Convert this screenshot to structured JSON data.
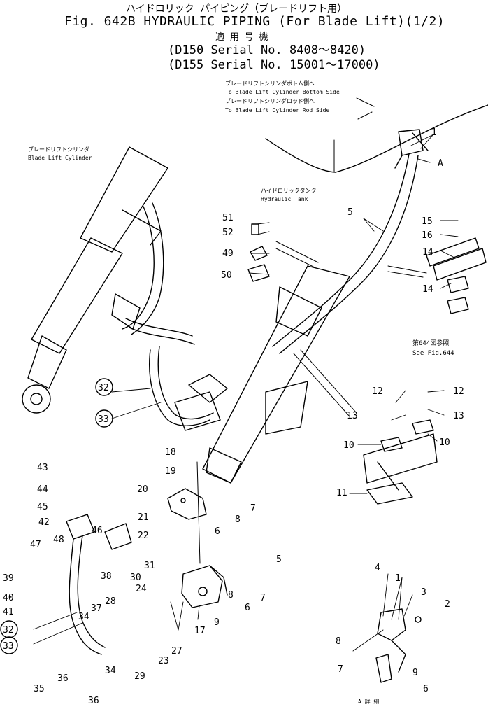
{
  "header": {
    "line1": "ハイドロリック パイピング（ブレードリフト用）",
    "line2": "Fig. 642B HYDRAULIC PIPING (For Blade Lift)(1/2)",
    "line3": "適 用 号 機",
    "line4": "(D150 Serial No. 8408～8420)",
    "line5": "(D155 Serial No. 15001～17000)"
  },
  "callouts": {
    "bottom_side_jp": "ブレードリフトシリンダボトム側へ",
    "bottom_side_en": "To Blade Lift Cylinder Bottom Side",
    "rod_side_jp": "ブレードリフトシリンダロッド側へ",
    "rod_side_en": "To Blade Lift Cylinder Rod Side",
    "cylinder_jp": "ブレードリフトシリンダ",
    "cylinder_en": "Blade Lift Cylinder",
    "tank_jp": "ハイドロリックタンク",
    "tank_en": "Hydraulic Tank",
    "see_fig_jp": "第644図参照",
    "see_fig_en": "See Fig.644",
    "view_a_arrow": "A",
    "view_a_label": "A 詳 細"
  },
  "parts": [
    {
      "no": "1"
    },
    {
      "no": "1"
    },
    {
      "no": "2"
    },
    {
      "no": "3"
    },
    {
      "no": "4"
    },
    {
      "no": "5"
    },
    {
      "no": "5"
    },
    {
      "no": "6"
    },
    {
      "no": "6"
    },
    {
      "no": "6"
    },
    {
      "no": "7"
    },
    {
      "no": "7"
    },
    {
      "no": "7"
    },
    {
      "no": "8"
    },
    {
      "no": "8"
    },
    {
      "no": "8"
    },
    {
      "no": "9"
    },
    {
      "no": "9"
    },
    {
      "no": "10"
    },
    {
      "no": "10"
    },
    {
      "no": "11"
    },
    {
      "no": "12"
    },
    {
      "no": "12"
    },
    {
      "no": "13"
    },
    {
      "no": "13"
    },
    {
      "no": "14"
    },
    {
      "no": "14"
    },
    {
      "no": "15"
    },
    {
      "no": "16"
    },
    {
      "no": "17"
    },
    {
      "no": "18"
    },
    {
      "no": "19"
    },
    {
      "no": "20"
    },
    {
      "no": "21"
    },
    {
      "no": "22"
    },
    {
      "no": "23"
    },
    {
      "no": "24"
    },
    {
      "no": "27"
    },
    {
      "no": "28"
    },
    {
      "no": "29"
    },
    {
      "no": "30"
    },
    {
      "no": "31"
    },
    {
      "no": "32"
    },
    {
      "no": "32"
    },
    {
      "no": "33"
    },
    {
      "no": "33"
    },
    {
      "no": "34"
    },
    {
      "no": "34"
    },
    {
      "no": "35"
    },
    {
      "no": "36"
    },
    {
      "no": "36"
    },
    {
      "no": "37"
    },
    {
      "no": "38"
    },
    {
      "no": "39"
    },
    {
      "no": "40"
    },
    {
      "no": "41"
    },
    {
      "no": "42"
    },
    {
      "no": "43"
    },
    {
      "no": "44"
    },
    {
      "no": "45"
    },
    {
      "no": "46"
    },
    {
      "no": "47"
    },
    {
      "no": "48"
    },
    {
      "no": "49"
    },
    {
      "no": "50"
    },
    {
      "no": "51"
    },
    {
      "no": "52"
    }
  ]
}
